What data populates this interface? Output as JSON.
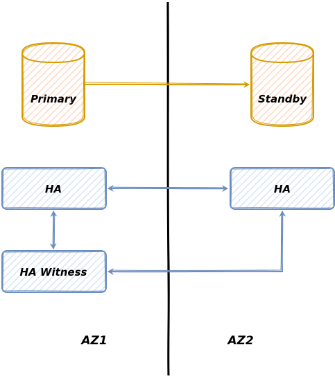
{
  "colors": {
    "db_stroke": "#d79b00",
    "db_fill": "#ffe6cc",
    "ha_stroke": "#6c8ebf",
    "ha_fill": "#dae8fc",
    "divider": "#000000",
    "text": "#000000"
  },
  "nodes": {
    "primary": {
      "label": "Primary",
      "shape": "cylinder"
    },
    "standby": {
      "label": "Standby",
      "shape": "cylinder"
    },
    "ha_left": {
      "label": "HA",
      "shape": "rounded-rect"
    },
    "ha_right": {
      "label": "HA",
      "shape": "rounded-rect"
    },
    "ha_witness": {
      "label": "HA Witness",
      "shape": "rounded-rect"
    }
  },
  "zones": {
    "az1": "AZ1",
    "az2": "AZ2"
  },
  "edges": [
    {
      "from": "primary",
      "to": "standby",
      "direction": "forward"
    },
    {
      "from": "ha_left",
      "to": "ha_right",
      "direction": "both"
    },
    {
      "from": "ha_left",
      "to": "ha_witness",
      "direction": "both"
    },
    {
      "from": "ha_witness",
      "to": "ha_right",
      "direction": "both"
    }
  ]
}
